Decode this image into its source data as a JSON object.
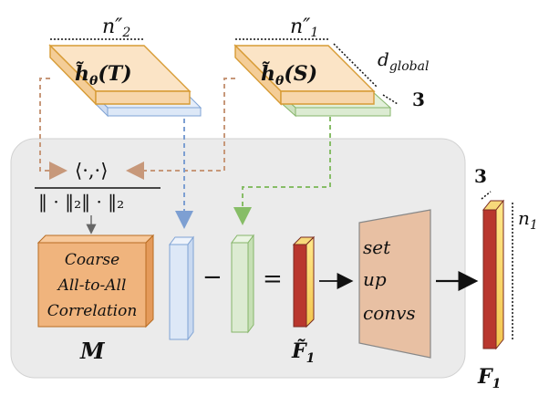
{
  "labels": {
    "n2": "n″",
    "n2_sub": "2",
    "n1": "n″",
    "n1_sub": "1",
    "d_global_main": "d",
    "d_global_sub": "global",
    "three_top": "3",
    "three_right": "3",
    "n1_right": "n",
    "n1_right_sub": "1",
    "h_theta": "h̃",
    "theta_sub": "θ",
    "T": "(T)",
    "S": "(S)",
    "inner_product": "⟨·,·⟩",
    "norm": "‖ · ‖₂‖ · ‖₂",
    "minus": "−",
    "equals": "=",
    "coarse_line1": "Coarse",
    "coarse_line2": "All-to-All",
    "coarse_line3": "Correlation",
    "M": "M",
    "F1_tilde": "F̃",
    "F1_tilde_sub": "1",
    "set_up_line1": "set",
    "set_up_line2": "up",
    "set_up_line3": "convs",
    "F1": "F",
    "F1_sub": "1"
  },
  "colors": {
    "panel_bg": "#ebebeb",
    "orange_fill": "#f9dcb9",
    "orange_stroke": "#d79b34",
    "blue_fill": "#dde8f7",
    "blue_stroke": "#7fa3d4",
    "green_fill": "#dcebd2",
    "green_stroke": "#86b56a",
    "dashed_brown": "#c7987a",
    "dashed_blue": "#7d9fd2",
    "dashed_green": "#87bd67",
    "feature_red": "#b9372e",
    "feature_yellow": "#f4d36a",
    "coarse_fill": "#f0b47d",
    "conv_fill": "#e8c0a3"
  }
}
